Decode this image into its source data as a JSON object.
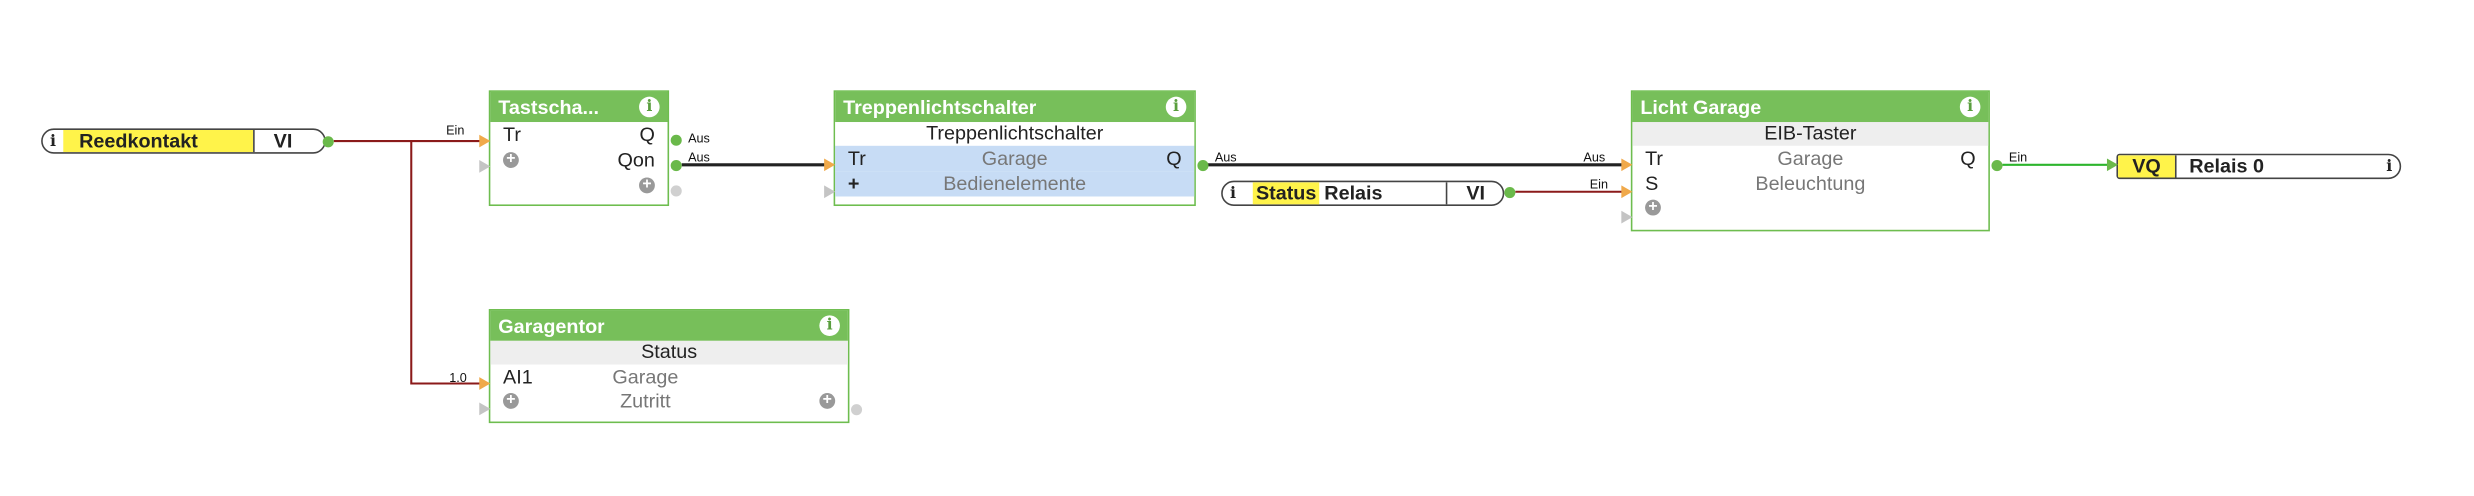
{
  "accent_color": "#77bf5a",
  "wire_colors": {
    "bus": "#8b1a1a",
    "internal": "#222222",
    "relay": "#2db52d"
  },
  "blocks": {
    "tastschalter": {
      "title": "Tastscha...",
      "info_icon": "info-icon",
      "rows": [
        {
          "in": "Tr",
          "out": "Q"
        },
        {
          "in_icon": "plus-icon",
          "out": "Qon"
        },
        {
          "out_icon": "plus-icon"
        }
      ],
      "out_labels": [
        "Aus",
        "Aus"
      ]
    },
    "garagentor": {
      "title": "Garagentor",
      "info_icon": "info-icon",
      "subtitle": "Status",
      "rows": [
        {
          "in": "AI1",
          "mid": "Garage"
        },
        {
          "mid": "Zutritt"
        }
      ]
    },
    "treppenlicht": {
      "title": "Treppenlichtschalter",
      "info_icon": "info-icon",
      "subtitle": "Treppenlichtschalter",
      "rows": [
        {
          "in": "Tr",
          "mid": "Garage",
          "out": "Q"
        },
        {
          "in": "+",
          "mid": "Bedienelemente"
        }
      ]
    },
    "licht_garage": {
      "title": "Licht Garage",
      "info_icon": "info-icon",
      "subtitle": "EIB-Taster",
      "rows": [
        {
          "in": "Tr",
          "mid": "Garage",
          "out": "Q"
        },
        {
          "in": "S",
          "mid": "Beleuchtung"
        },
        {
          "in_icon": "plus-icon"
        }
      ]
    }
  },
  "addresses": {
    "reedkontakt": {
      "icon": "info-icon",
      "name_a": "Reed",
      "name_b": "kontakt",
      "type": "VI"
    },
    "status_relais": {
      "icon": "info-icon",
      "name_a": "Status",
      "name_b": "Relais",
      "type": "VI"
    },
    "relais0": {
      "type": "VQ",
      "name": "Relais 0",
      "icon": "info-icon"
    }
  },
  "wire_labels": {
    "ein_reed": "Ein",
    "one_zero": "1.0",
    "aus_treppe": "Aus",
    "aus_licht_in": "Aus",
    "ein_status": "Ein",
    "ein_relais": "Ein"
  }
}
